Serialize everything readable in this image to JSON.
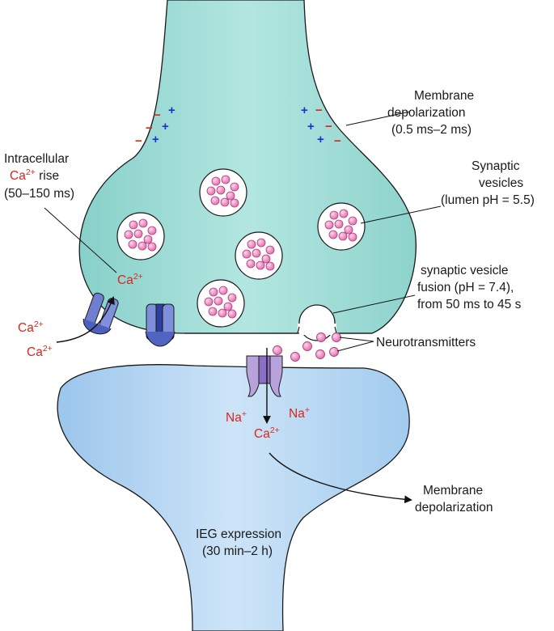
{
  "colors": {
    "presynaptic_fill": "#9fdcd6",
    "postsynaptic_fill": "#b5d6f2",
    "vesicle_dot": "#ee8fc2",
    "channel_blue": "#6f7fd0",
    "receptor_purple": "#b7a2dc",
    "ion_red": "#e0241b",
    "plus_blue": "#1d2fd6"
  },
  "charges": {
    "minus": "−",
    "plus": "+"
  },
  "labels": {
    "membrane_depolarization_top": [
      "Membrane",
      "depolarization",
      "(0.5 ms–2 ms)"
    ],
    "intracellular_line1": "Intracellular",
    "intracellular_ca": "Ca",
    "intracellular_ca_sup": "2+",
    "intracellular_rise": " rise",
    "intracellular_time": "(50–150 ms)",
    "synaptic_vesicles": [
      "Synaptic",
      "vesicles",
      "(lumen pH = 5.5)"
    ],
    "vesicle_fusion": [
      "synaptic vesicle",
      "fusion (pH = 7.4),",
      "from 50 ms to 45 s"
    ],
    "neurotransmitters": "Neurotransmitters",
    "membrane_depolarization_bottom": [
      "Membrane",
      "depolarization"
    ],
    "ieg_expression": [
      "IEG expression",
      "(30 min–2 h)"
    ]
  },
  "ions": {
    "ca_base": "Ca",
    "ca_sup": "2+",
    "na_base": "Na",
    "na_sup": "+"
  }
}
